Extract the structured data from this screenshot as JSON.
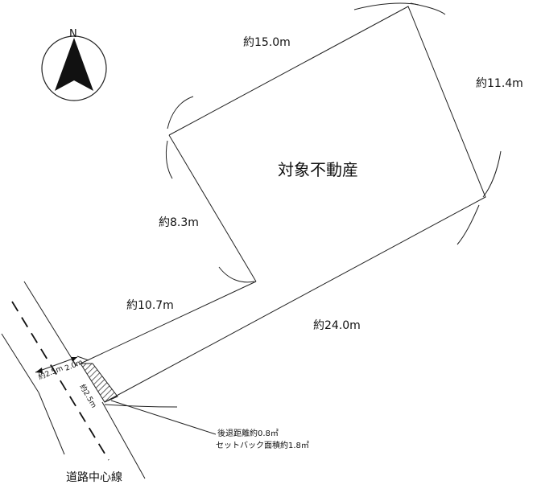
{
  "compass": {
    "north_label": "N"
  },
  "property": {
    "label": "対象不動産",
    "sides": {
      "top": "約15.0m",
      "right": "約11.4m",
      "left_upper": "約8.3m",
      "left_lower": "約10.7m",
      "bottom": "約24.0m"
    }
  },
  "road": {
    "width_label": "約2.5m",
    "setback_depth_label": "2.0m",
    "frontage_label": "約2.5m",
    "centerline_label": "道路中心線"
  },
  "notes": {
    "setback_distance": "後退距離約0.8㎡",
    "setback_area": "セットバック面積約1.8㎡"
  }
}
